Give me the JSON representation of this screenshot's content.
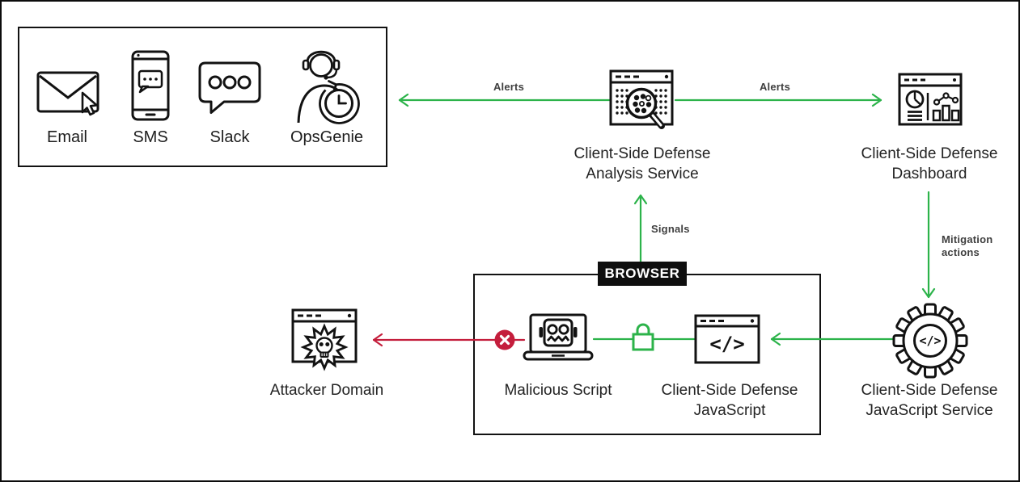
{
  "colors": {
    "arrow_green": "#2CB34A",
    "blocked_red": "#C41E3C",
    "outline_black": "#121212",
    "edge_label_gray": "#3F3F3F",
    "browser_label_bg": "#0E0E0E",
    "browser_label_text": "#FFFFFF"
  },
  "alert_channels": {
    "items": [
      {
        "name": "email",
        "label": "Email",
        "icon": "email-envelope-cursor-icon"
      },
      {
        "name": "sms",
        "label": "SMS",
        "icon": "phone-sms-icon"
      },
      {
        "name": "slack",
        "label": "Slack",
        "icon": "chat-bubble-icon"
      },
      {
        "name": "opsgenie",
        "label": "OpsGenie",
        "icon": "support-agent-clock-icon"
      }
    ]
  },
  "nodes": {
    "analysis_service": {
      "line1": "Client-Side Defense",
      "line2": "Analysis Service",
      "icon": "scan-analysis-window-icon"
    },
    "dashboard": {
      "line1": "Client-Side Defense",
      "line2": "Dashboard",
      "icon": "dashboard-window-icon"
    },
    "javascript_service": {
      "line1": "Client-Side Defense",
      "line2": "JavaScript Service",
      "icon": "gear-code-icon"
    },
    "attacker_domain": {
      "label": "Attacker Domain",
      "icon": "skull-window-icon"
    },
    "malicious_script": {
      "label": "Malicious Script",
      "icon": "robot-laptop-icon"
    },
    "csd_javascript": {
      "line1": "Client-Side Defense",
      "line2": "JavaScript",
      "icon": "code-window-icon"
    }
  },
  "browser_box": {
    "label": "BROWSER"
  },
  "edges": {
    "alerts_left": {
      "label": "Alerts",
      "color": "#2CB34A",
      "direction": "left"
    },
    "alerts_right": {
      "label": "Alerts",
      "color": "#2CB34A",
      "direction": "right"
    },
    "signals": {
      "label": "Signals",
      "color": "#2CB34A",
      "direction": "up"
    },
    "mitigation": {
      "line1": "Mitigation",
      "line2": "actions",
      "color": "#2CB34A",
      "direction": "down"
    },
    "service_to_js": {
      "color": "#2CB34A",
      "direction": "left"
    },
    "secured_link": {
      "icon": "padlock-icon",
      "color": "#2CB34A"
    },
    "blocked_link": {
      "icon": "blocked-x-icon",
      "color": "#C41E3C",
      "direction": "left"
    }
  },
  "glyphs": {
    "code": "</>"
  }
}
